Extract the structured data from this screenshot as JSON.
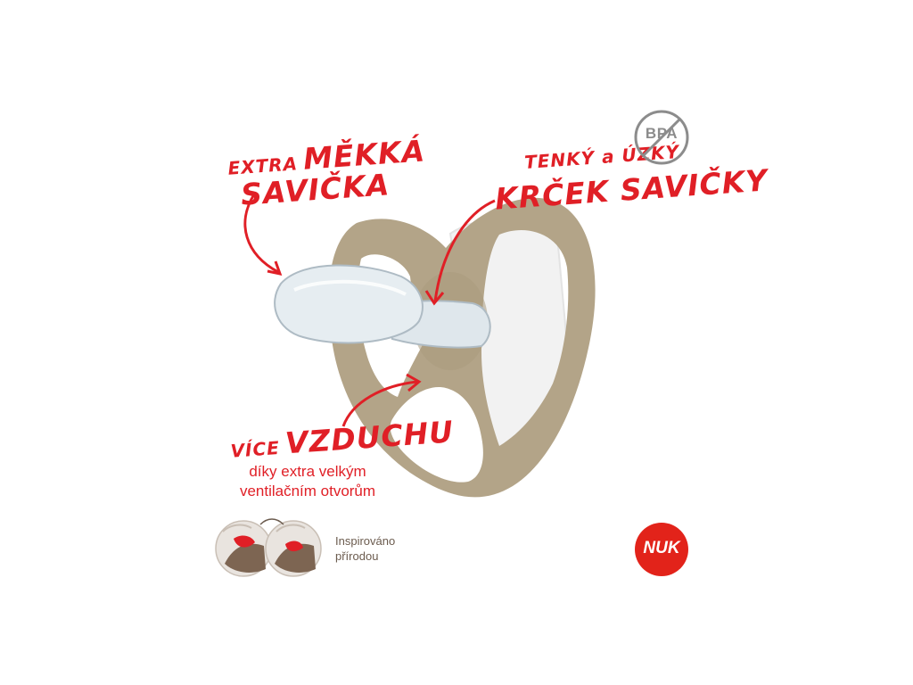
{
  "callouts": {
    "soft_teat": {
      "line1_small": "EXTRA",
      "line1_big": "MĚKKÁ",
      "line2_big": "SAVIČKA"
    },
    "thin_neck": {
      "line1_small": "TENKÝ a ÚZKÝ",
      "line2_big": "KRČEK SAVIČKY"
    },
    "more_air": {
      "line1_small": "VÍCE",
      "line1_big": "VZDUCHU",
      "sub_line1": "díky extra velkým",
      "sub_line2": "ventilačním otvorům"
    }
  },
  "nature": {
    "line1": "Inspirováno",
    "line2": "přírodou"
  },
  "badges": {
    "bpa_text": "BPA",
    "logo_text": "NUK"
  },
  "colors": {
    "accent_red": "#e01f26",
    "shield": "#b3a488",
    "teat": "#dfe7ec",
    "badge_grey": "#8c8c8c"
  }
}
